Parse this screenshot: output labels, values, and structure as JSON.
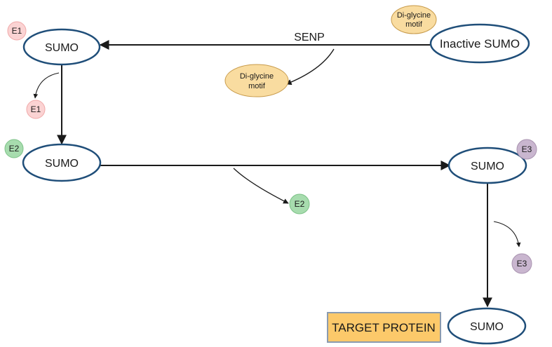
{
  "colors": {
    "sumo_stroke": "#1f4e79",
    "arrow": "#1a1a1a",
    "motif_fill": "#f9dca0",
    "motif_stroke": "#c79a4a",
    "target_fill": "#fcc96a",
    "target_stroke": "#8a9bb0",
    "e1_fill": "#fbd3d3",
    "e1_stroke": "#f0a8a8",
    "e2_fill": "#a7dcae",
    "e2_stroke": "#7cc287",
    "e3_fill": "#c9b6cf",
    "e3_stroke": "#a993b0"
  },
  "nodes": {
    "sumo_1": "SUMO",
    "sumo_2": "SUMO",
    "sumo_3": "SUMO",
    "sumo_4": "SUMO",
    "inactive_sumo": "Inactive SUMO",
    "target_protein": "TARGET PROTEIN"
  },
  "labels": {
    "senp": "SENP"
  },
  "motifs": {
    "top_line1": "Di-glycine",
    "top_line2": "motif",
    "released_line1": "Di-glycine",
    "released_line2": "motif"
  },
  "enzymes": {
    "e1_bound": "E1",
    "e1_released": "E1",
    "e2_bound": "E2",
    "e2_released": "E2",
    "e3_bound": "E3",
    "e3_released": "E3"
  }
}
